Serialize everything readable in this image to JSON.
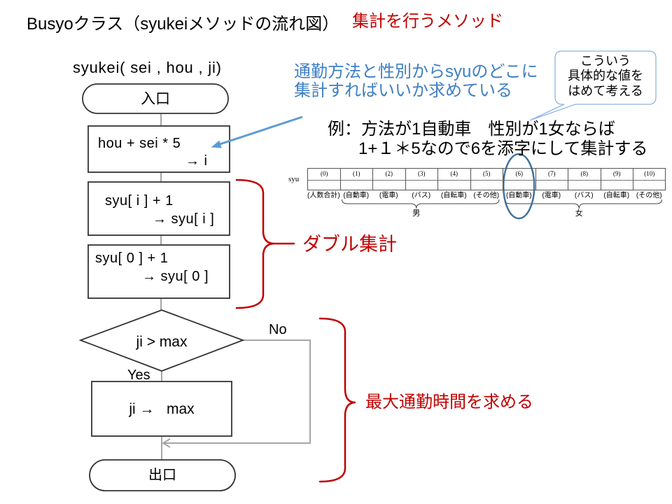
{
  "title": {
    "main": "Busyoクラス（syukeiメソッドの流れ図）",
    "note": "集計を行うメソッド"
  },
  "method_signature": "syukei( sei , hou , ji)",
  "explanation": {
    "line1": "通勤方法と性別からsyuのどこに",
    "line2": "集計すればいいか求めている"
  },
  "callout": {
    "line1": "こういう",
    "line2": "具体的な値を",
    "line3": "はめて考える"
  },
  "example": {
    "line1": "例：方法が1自動車　性別が1女ならば",
    "line2": "1+１＊5なので6を添字にして集計する"
  },
  "flowchart": {
    "start": "入口",
    "compute_index": {
      "expr": "hou + sei * 5",
      "result": "→ i"
    },
    "count_category": {
      "expr": "syu[ i ] + 1",
      "result": "→ syu[ i ]"
    },
    "count_total": {
      "expr": "syu[ 0 ] + 1",
      "result": "→ syu[ 0 ]"
    },
    "decision": "ji > max",
    "no_label": "No",
    "yes_label": "Yes",
    "update_max": "ji →   max",
    "end": "出口"
  },
  "annotations": {
    "double_count": "ダブル集計",
    "max_time": "最大通勤時間を求める"
  },
  "syu_array": {
    "label": "syu",
    "indices": [
      "(0)",
      "(1)",
      "(2)",
      "(3)",
      "(4)",
      "(5)",
      "(6)",
      "(7)",
      "(8)",
      "(9)",
      "(10)"
    ],
    "categories": [
      "(人数合計)",
      "(自動車)",
      "(電車)",
      "(バス)",
      "(自転車)",
      "(その他)",
      "(自動車)",
      "(電車)",
      "(バス)",
      "(自転車)",
      "(その他)"
    ],
    "groups": [
      "男",
      "女"
    ],
    "highlighted_index": 6
  },
  "colors": {
    "accent_red": "#c00000",
    "explanation_blue": "#3f7fc4",
    "arrow_blue": "#5b9bd5",
    "callout_border": "#8eb4e3",
    "highlight_ellipse": "#41719c",
    "connector_gray": "#a6a6a6"
  }
}
